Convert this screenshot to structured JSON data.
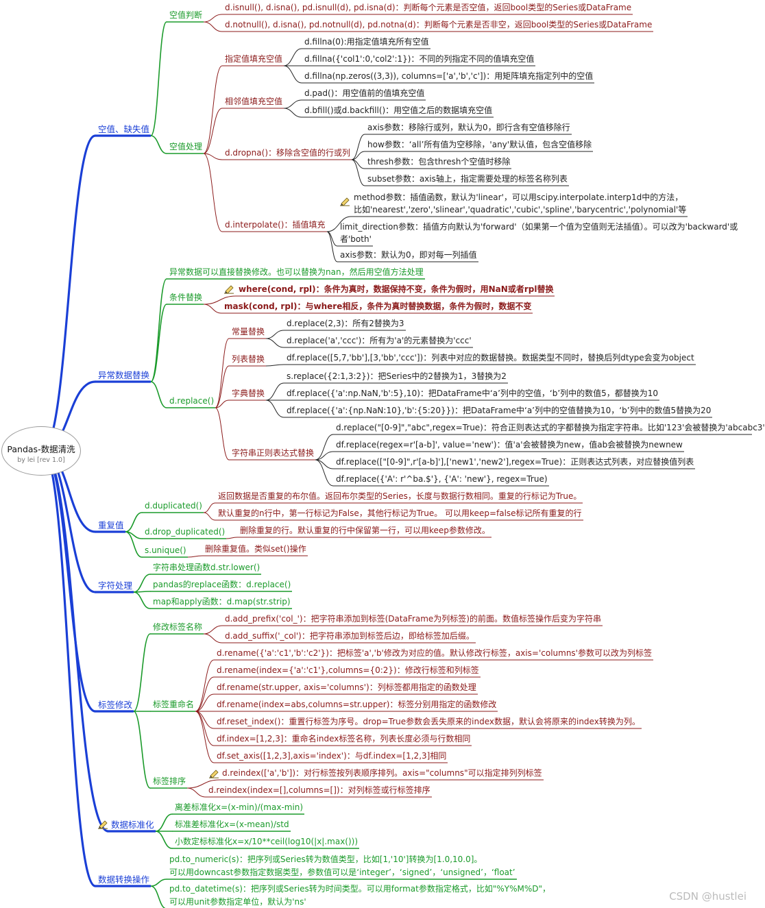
{
  "root": {
    "title": "Pandas-数据清洗",
    "subtitle": "by lei [rev 1.0]"
  },
  "watermark": "CSDN @hustlei",
  "nodes": [
    {
      "id": "b1",
      "text": "空值、缺失值",
      "color": "b1"
    },
    {
      "id": "b1a",
      "text": "空值判断",
      "color": "g"
    },
    {
      "id": "b1a1",
      "text": "d.isnull(), d.isna(), pd.isnull(d), pd.isna(d)：判断每个元素是否空值，返回bool类型的Series或DataFrame",
      "color": "r"
    },
    {
      "id": "b1a2",
      "text": "d.notnull(), d.isna(), pd.notnull(d), pd.notna(d)：判断每个元素是否非空，返回bool类型的Series或DataFrame",
      "color": "r"
    },
    {
      "id": "b1b",
      "text": "空值处理",
      "color": "g"
    },
    {
      "id": "b1b1",
      "text": "指定值填充空值",
      "color": "r"
    },
    {
      "id": "b1b1a",
      "text": "d.fillna(0):用指定值填充所有空值",
      "color": "k"
    },
    {
      "id": "b1b1b",
      "text": "d.fillna({'col1':0,'col2':1})：不同的列指定不同的值填充空值",
      "color": "k"
    },
    {
      "id": "b1b1c",
      "text": "d.fillna(np.zeros((3,3)), columns=['a','b','c'])：用矩阵填充指定列中的空值",
      "color": "k"
    },
    {
      "id": "b1b2",
      "text": "相邻值填充空值",
      "color": "r"
    },
    {
      "id": "b1b2a",
      "text": "d.pad()：用空值前的值填充空值",
      "color": "k"
    },
    {
      "id": "b1b2b",
      "text": "d.bfill()或d.backfill()：用空值之后的数据填充空值",
      "color": "k"
    },
    {
      "id": "b1b3",
      "text": "d.dropna()：移除含空值的行或列",
      "color": "r"
    },
    {
      "id": "b1b3a",
      "text": "axis参数：移除行或列，默认为0，即行含有空值移除行",
      "color": "k"
    },
    {
      "id": "b1b3b",
      "text": "how参数：‘all’所有值为空移除，'any'默认值，包含空值移除",
      "color": "k"
    },
    {
      "id": "b1b3c",
      "text": "thresh参数：包含thresh个空值时移除",
      "color": "k"
    },
    {
      "id": "b1b3d",
      "text": "subset参数：axis轴上，指定需要处理的标签名称列表",
      "color": "k"
    },
    {
      "id": "b1b4",
      "text": "d.interpolate()：插值填充",
      "color": "r"
    },
    {
      "id": "b1b4a1",
      "text": "method参数：插值函数，默认为'linear'，可以用scipy.interpolate.interp1d中的方法，",
      "color": "k"
    },
    {
      "id": "b1b4a2",
      "text": "比如'nearest','zero','slinear','quadratic','cubic','spline','barycentric','polynomial'等",
      "color": "k"
    },
    {
      "id": "b1b4b1",
      "text": "limit_direction参数：插值方向默认为'forward'（如果第一个值为空值则无法插值）。可以改为'backward'或",
      "color": "k"
    },
    {
      "id": "b1b4b2",
      "text": "者'both'",
      "color": "k"
    },
    {
      "id": "b1b4c",
      "text": "axis参数：默认为0，即对每一列插值",
      "color": "k"
    },
    {
      "id": "b2",
      "text": "异常数据替换",
      "color": "b1"
    },
    {
      "id": "b2a",
      "text": "异常数据可以直接替换修改。也可以替换为nan，然后用空值方法处理",
      "color": "g"
    },
    {
      "id": "b2b",
      "text": "条件替换",
      "color": "g"
    },
    {
      "id": "b2b1",
      "text": "where(cond, rpl)：条件为真时，数据保持不变，条件为假时，用NaN或者rpl替换",
      "color": "r"
    },
    {
      "id": "b2b2",
      "text": "mask(cond, rpl)：与where相反，条件为真时替换数据，条件为假时，数据不变",
      "color": "r"
    },
    {
      "id": "b2c",
      "text": "d.replace()",
      "color": "g"
    },
    {
      "id": "b2c1",
      "text": "常量替换",
      "color": "r"
    },
    {
      "id": "b2c1a",
      "text": "d.replace(2,3)：所有2替换为3",
      "color": "k"
    },
    {
      "id": "b2c1b",
      "text": "d.replace('a','ccc')：所有为'a'的元素替换为'ccc'",
      "color": "k"
    },
    {
      "id": "b2c2",
      "text": "列表替换",
      "color": "r"
    },
    {
      "id": "b2c2a",
      "text": "df.replace([5,7,'bb'],[3,'bb','ccc'])：列表中对应的数据替换。数据类型不同时，替换后列dtype会变为object",
      "color": "k"
    },
    {
      "id": "b2c3",
      "text": "字典替换",
      "color": "r"
    },
    {
      "id": "b2c3a",
      "text": "s.replace({2:1,3:2})：把Series中的2替换为1，3替换为2",
      "color": "k"
    },
    {
      "id": "b2c3b",
      "text": "df.replace({'a':np.NaN,'b':5},10)：把DataFrame中‘a’列中的空值，‘b’列中的数值5，都替换为10",
      "color": "k"
    },
    {
      "id": "b2c3c",
      "text": "df.replace({'a':{np.NaN:10},'b':{5:20}})：把DataFrame中‘a’列中的空值替换为10，‘b’列中的数值5替换为20",
      "color": "k"
    },
    {
      "id": "b2c4",
      "text": "字符串正则表达式替换",
      "color": "r"
    },
    {
      "id": "b2c4a",
      "text": "d.replace(\"[0-9]\",\"abc\",regex=True)：符合正则表达式的字都替换为指定字符串。比如'123'会被替换为'abcabc3'",
      "color": "k"
    },
    {
      "id": "b2c4b",
      "text": "df.replace(regex=r'[a-b]', value='new')：值'a'会被替换为new，值ab会被替换为newnew",
      "color": "k"
    },
    {
      "id": "b2c4c",
      "text": "df.replace([\"[0-9]\",r'[a-b]'],['new1','new2'],regex=True)：正则表达式列表，对应替换值列表",
      "color": "k"
    },
    {
      "id": "b2c4d",
      "text": "df.replace({'A': r'^ba.$'}, {'A': 'new'}, regex=True)",
      "color": "k"
    },
    {
      "id": "b3",
      "text": "重复值",
      "color": "b1"
    },
    {
      "id": "b3a",
      "text": "d.duplicated()",
      "color": "g"
    },
    {
      "id": "b3a1",
      "text": "返回数据是否重复的布尔值。返回布尔类型的Series，长度与数据行数相同。重复的行标记为True。",
      "color": "r"
    },
    {
      "id": "b3a2",
      "text": "默认重复的n行中，第一行标记为False，其他行标记为True。 可以用keep=false标记所有重复的行",
      "color": "r"
    },
    {
      "id": "b3b",
      "text": "d.drop_duplicated()",
      "color": "g"
    },
    {
      "id": "b3b1",
      "text": "删除重复的行。默认重复的行中保留第一行，可以用keep参数修改。",
      "color": "r"
    },
    {
      "id": "b3c",
      "text": "s.unique()",
      "color": "g"
    },
    {
      "id": "b3c1",
      "text": "删除重复值。类似set()操作",
      "color": "r"
    },
    {
      "id": "b4",
      "text": "字符处理",
      "color": "b1"
    },
    {
      "id": "b4a",
      "text": "字符串处理函数d.str.lower()",
      "color": "g"
    },
    {
      "id": "b4b",
      "text": "pandas的replace函数：d.replace()",
      "color": "g"
    },
    {
      "id": "b4c",
      "text": "map和apply函数：d.map(str.strip)",
      "color": "g"
    },
    {
      "id": "b5",
      "text": "标签修改",
      "color": "b1"
    },
    {
      "id": "b5a",
      "text": "修改标签名称",
      "color": "g"
    },
    {
      "id": "b5a1",
      "text": "d.add_prefix('col_')：把字符串添加到标签(DataFrame为列标签)的前面。数值标签操作后变为字符串",
      "color": "r"
    },
    {
      "id": "b5a2",
      "text": "d.add_suffix('_col')：把字符串添加到标签后边，即给标签加后缀。",
      "color": "r"
    },
    {
      "id": "b5b",
      "text": "标签重命名",
      "color": "g"
    },
    {
      "id": "b5b1",
      "text": "d.rename({'a':'c1','b':'c2'})：把标签'a','b'修改为对应的值。默认修改行标签，axis='columns'参数可以改为列标签",
      "color": "r"
    },
    {
      "id": "b5b2",
      "text": "d.rename(index={'a':'c1'},columns={0:2})：修改行标签和列标签",
      "color": "r"
    },
    {
      "id": "b5b3",
      "text": "df.rename(str.upper, axis='columns')：列标签都用指定的函数处理",
      "color": "r"
    },
    {
      "id": "b5b4",
      "text": "df.rename(index=abs,columns=str.upper)：标签分别用指定的函数修改",
      "color": "r"
    },
    {
      "id": "b5b5",
      "text": "df.reset_index()：重置行标签为序号。drop=True参数会丢失原来的index数据，默认会将原来的index转换为列。",
      "color": "r"
    },
    {
      "id": "b5b6",
      "text": "df.index=[1,2,3]：重命名index标签名称，列表长度必须与行数相同",
      "color": "r"
    },
    {
      "id": "b5b7",
      "text": "df.set_axis([1,2,3],axis='index')：与df.index=[1,2,3]相同",
      "color": "r"
    },
    {
      "id": "b5c",
      "text": "标签排序",
      "color": "g"
    },
    {
      "id": "b5c1",
      "text": "d.reindex(['a','b'])：对行标签按列表顺序排列。axis=\"columns\"可以指定排列列标签",
      "color": "r"
    },
    {
      "id": "b5c2",
      "text": "d.reindex(index=[],columns=[])：对列标签或行标签排序",
      "color": "r"
    },
    {
      "id": "b6",
      "text": "数据标准化",
      "color": "b1"
    },
    {
      "id": "b6a",
      "text": "离差标准化x=(x-min)/(max-min)",
      "color": "g"
    },
    {
      "id": "b6b",
      "text": "标准差标准化x=(x-mean)/std",
      "color": "g"
    },
    {
      "id": "b6c",
      "text": "小数定标标准化x=x/10**ceil(log10(|x|.max()))",
      "color": "g"
    },
    {
      "id": "b7",
      "text": "数据转换操作",
      "color": "b1"
    },
    {
      "id": "b7a1",
      "text": "pd.to_numeric(s)：把序列或Series转为数值类型，比如[1,'10']转换为[1.0,10.0]。",
      "color": "g"
    },
    {
      "id": "b7a2",
      "text": "可以用downcast参数指定数据类型，参数值可以是‘integer’，‘signed’，‘unsigned’，‘float’",
      "color": "g"
    },
    {
      "id": "b7b1",
      "text": "pd.to_datetime(s)：把序列或Series转为时间类型。可以用format参数指定格式，比如\"%Y%M%D\"，",
      "color": "g"
    },
    {
      "id": "b7b2",
      "text": "可以用unit参数指定单位，默认为'ns'",
      "color": "g"
    }
  ]
}
